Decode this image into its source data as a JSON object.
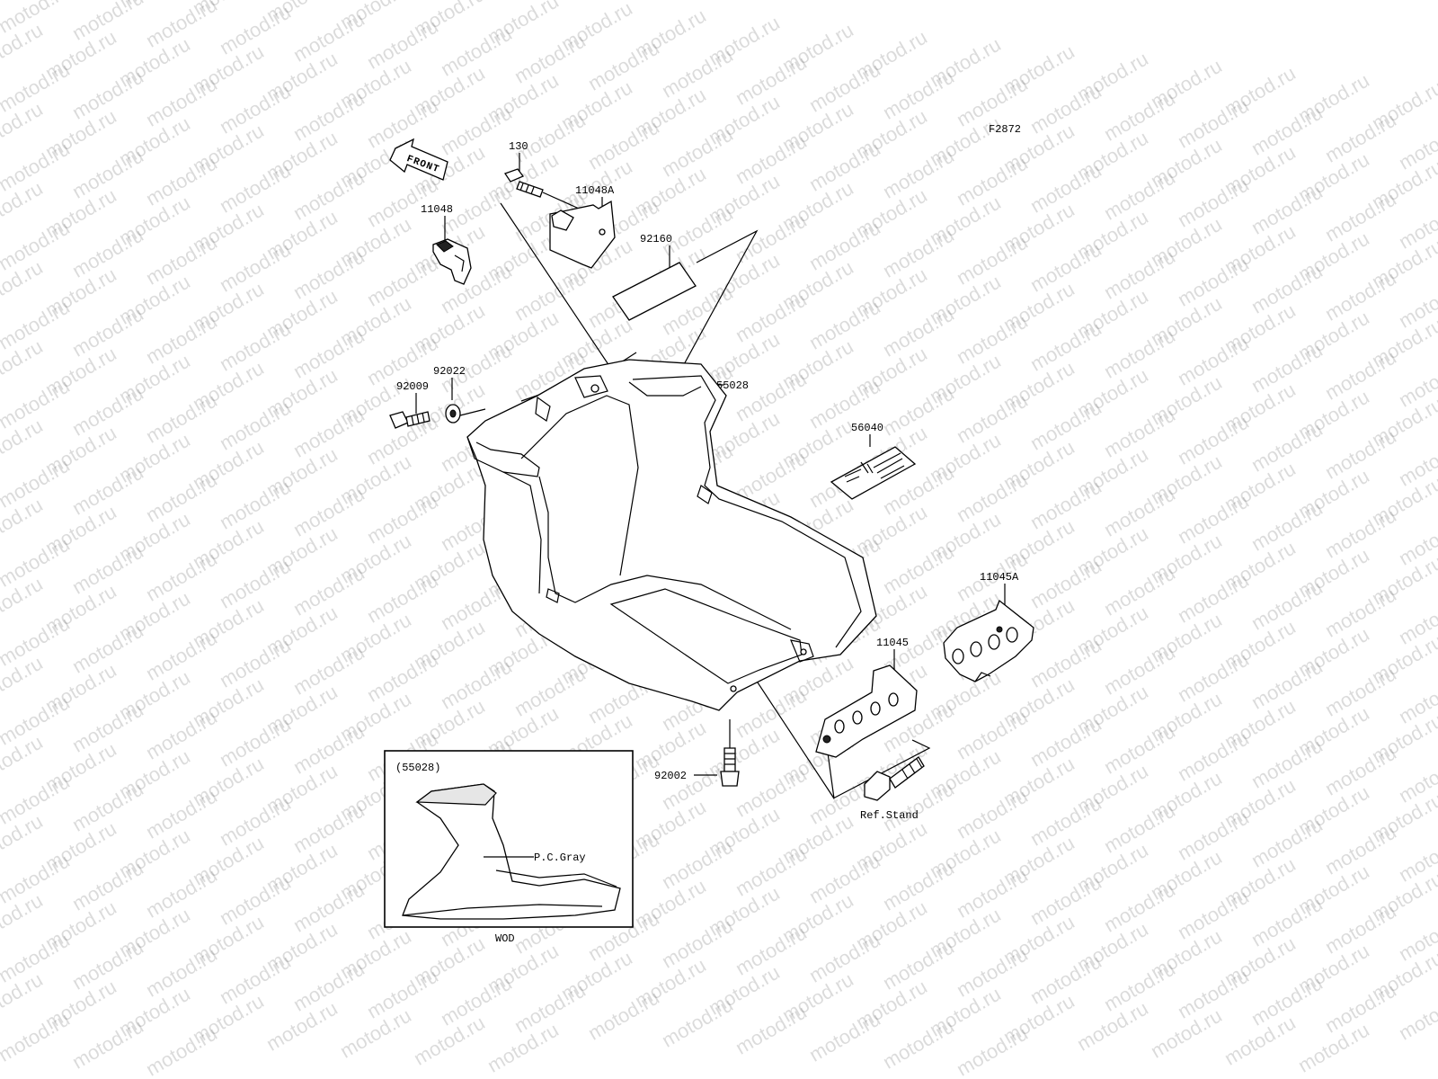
{
  "diagram_code": "F2872",
  "watermark_text": "motod.ru",
  "front_label": "FRONT",
  "parts": {
    "bolt_130": "130",
    "bracket_11048a": "11048A",
    "clip_11048": "11048",
    "pad_92160": "92160",
    "washer_92022": "92022",
    "bolt_92009": "92009",
    "cowl_55028": "55028",
    "label_56040": "56040",
    "bracket_11045a": "11045A",
    "bracket_11045": "11045",
    "bolt_92002": "92002",
    "ref_stand": "Ref.Stand"
  },
  "inset": {
    "title": "(55028)",
    "color_label": "P.C.Gray",
    "footer": "WOD"
  }
}
